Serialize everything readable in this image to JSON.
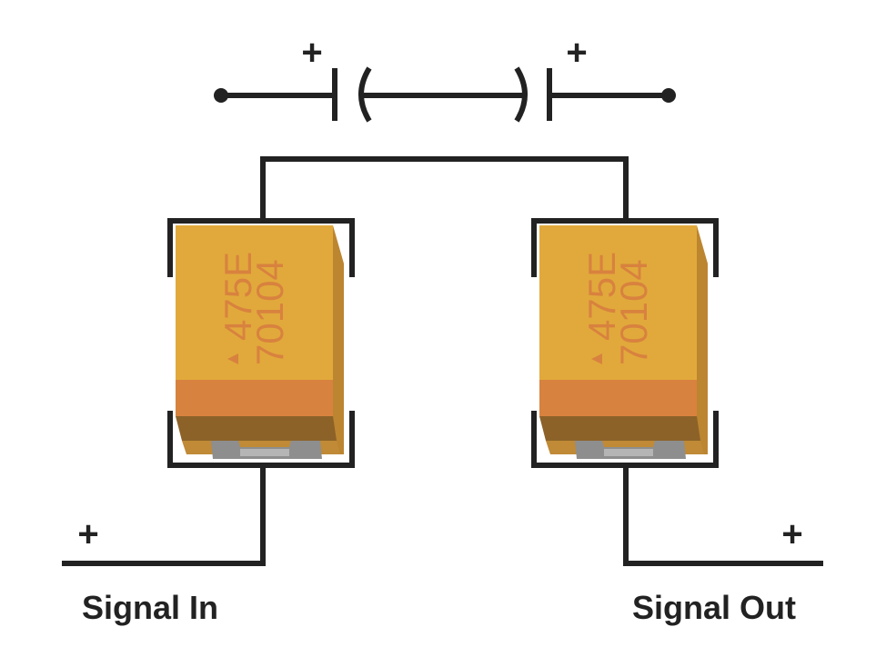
{
  "labels": {
    "signal_in": "Signal In",
    "signal_out": "Signal Out",
    "plus": "+"
  },
  "capacitor_marking": {
    "line1": "475E",
    "line2": "70104"
  },
  "colors": {
    "body": "#E1A93B",
    "band": "#D8823F",
    "base": "#8C6228",
    "side": "#BC8530",
    "wire": "#222222",
    "terminal": "#8E8E8E"
  }
}
